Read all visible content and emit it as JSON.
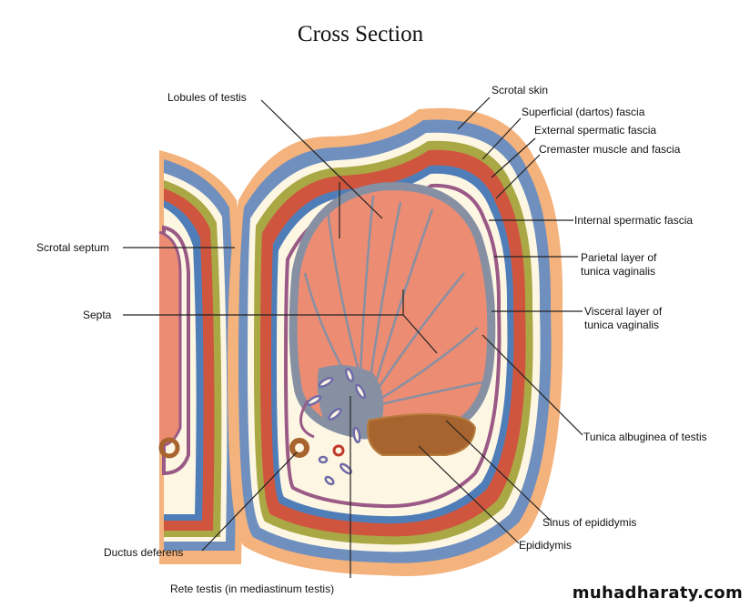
{
  "title": "Cross Section",
  "labels": {
    "lobules_of_testis": "Lobules of testis",
    "scrotal_skin": "Scrotal skin",
    "superficial_dartos_fascia": "Superficial (dartos) fascia",
    "external_spermatic_fascia": "External spermatic fascia",
    "cremaster_muscle_and_fascia": "Cremaster muscle and fascia",
    "scrotal_septum": "Scrotal septum",
    "internal_spermatic_fascia": "Internal spermatic fascia",
    "parietal_layer_line1": "Parietal layer of",
    "parietal_layer_line2": "tunica vaginalis",
    "septa": "Septa",
    "visceral_layer_line1": "Visceral layer of",
    "visceral_layer_line2": "tunica vaginalis",
    "tunica_albuginea": "Tunica albuginea of testis",
    "sinus_of_epididymis": "Sinus of epididymis",
    "epididymis": "Epididymis",
    "ductus_deferens": "Ductus deferens",
    "rete_testis": "Rete testis (in mediastinum testis)"
  },
  "watermark": "muhadharaty.com",
  "colors": {
    "skin": "#f4b27c",
    "dartos": "#6f8fbf",
    "external_fascia": "#a9a845",
    "cremaster": "#d0553f",
    "internal_fascia": "#4f7db8",
    "parietal": "#9a5a86",
    "cavity": "#fdf6e3",
    "albuginea": "#8790a3",
    "testis": "#ec8c73",
    "epididymis": "#a8642e"
  }
}
